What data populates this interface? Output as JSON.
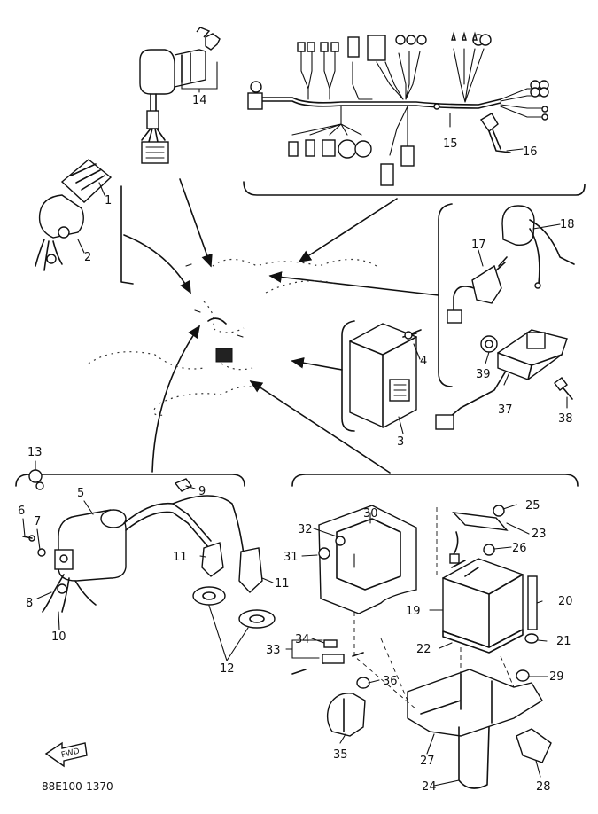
{
  "drawing_code": "88E100-1370",
  "front_marker": "FWD",
  "callouts": [
    "1",
    "2",
    "3",
    "4",
    "5",
    "6",
    "7",
    "8",
    "9",
    "10",
    "11",
    "11",
    "12",
    "13",
    "14",
    "15",
    "16",
    "17",
    "18",
    "19",
    "20",
    "21",
    "22",
    "23",
    "24",
    "25",
    "26",
    "27",
    "28",
    "29",
    "30",
    "31",
    "32",
    "33",
    "34",
    "35",
    "36",
    "37",
    "38",
    "39"
  ],
  "colors": {
    "ink": "#111111",
    "paper": "#ffffff"
  }
}
